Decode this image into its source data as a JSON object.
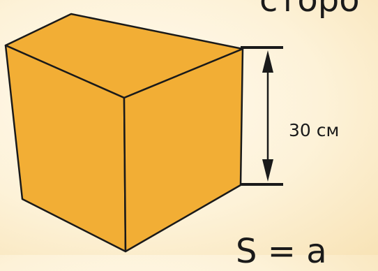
{
  "colors": {
    "cube_fill": "#f2ae35",
    "outline": "#1a1a1a",
    "background": "#fdf2d8"
  },
  "top_text": "сторо",
  "dimension_label": "30 см",
  "bottom_text": "S = a"
}
